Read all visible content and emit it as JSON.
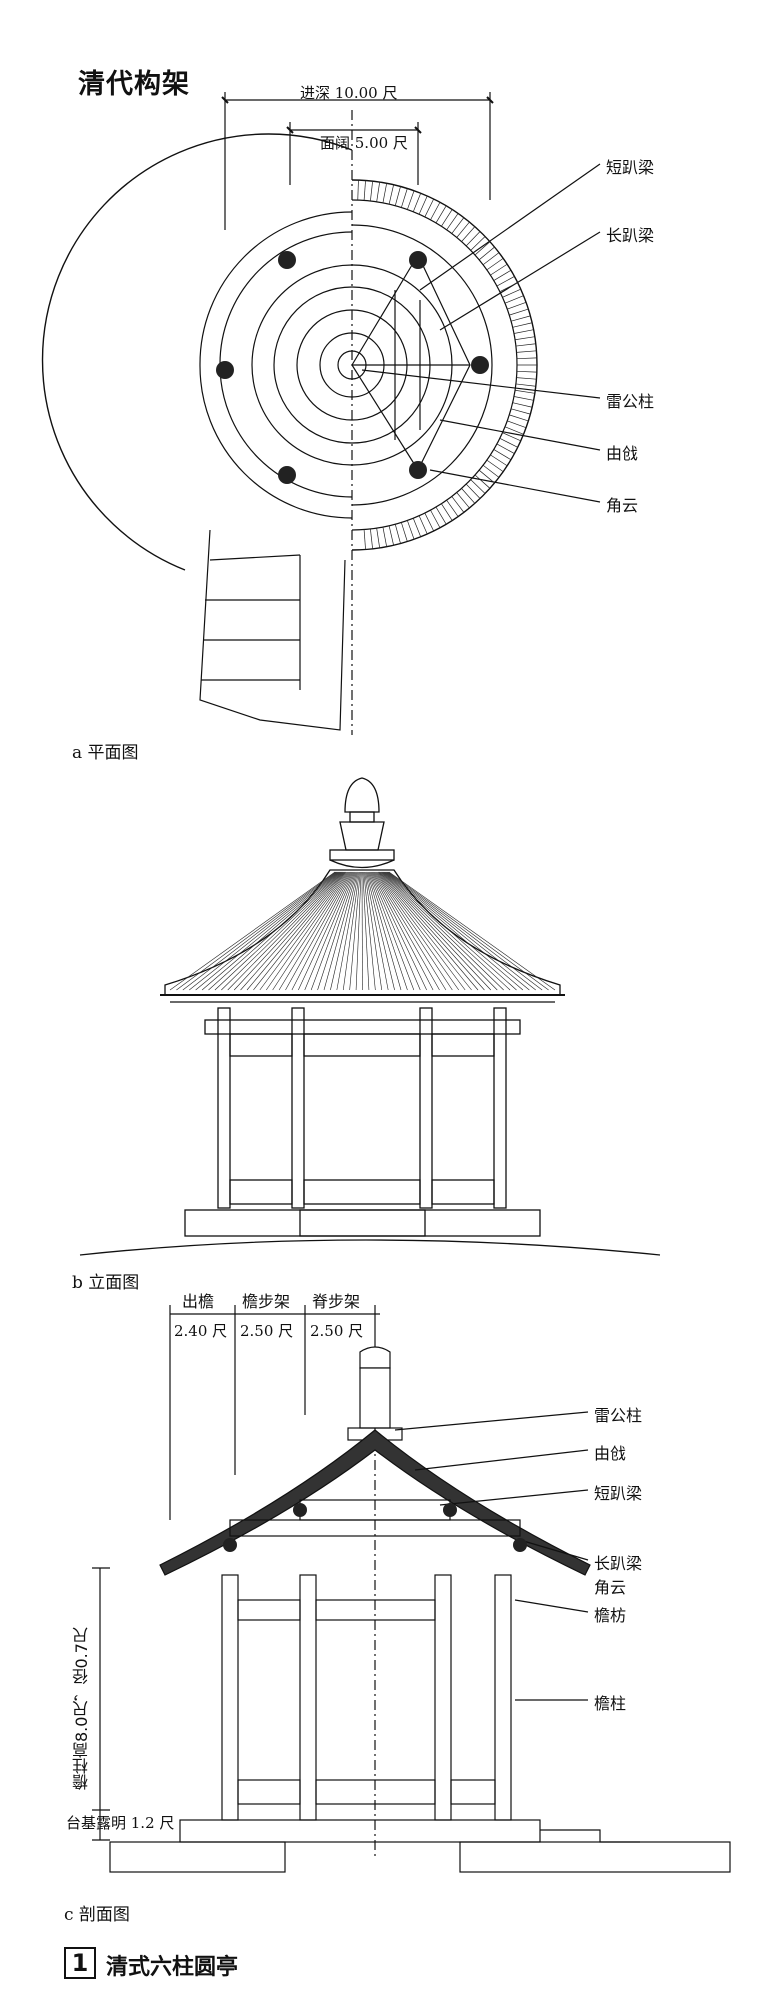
{
  "header": {
    "title": "清代构架"
  },
  "plan": {
    "caption": "a 平面图",
    "dim_depth": "进深 10.00 尺",
    "dim_width": "面阔 5.00 尺",
    "labels": [
      "短趴梁",
      "长趴梁",
      "雷公柱",
      "由戗",
      "角云"
    ]
  },
  "elevation": {
    "caption": "b 立面图"
  },
  "section": {
    "caption": "c 剖面图",
    "dims": [
      {
        "name": "出檐",
        "value": "2.40 尺"
      },
      {
        "name": "檐步架",
        "value": "2.50 尺"
      },
      {
        "name": "脊步架",
        "value": "2.50 尺"
      }
    ],
    "labels": [
      "雷公柱",
      "由戗",
      "短趴梁",
      "长趴梁",
      "角云",
      "檐枋",
      "檐柱"
    ],
    "column_note": "檐柱高8.0尺，径0.7尺",
    "base_note": "台基露明 1.2 尺"
  },
  "figure": {
    "number": "1",
    "title": "清式六柱圆亭"
  }
}
